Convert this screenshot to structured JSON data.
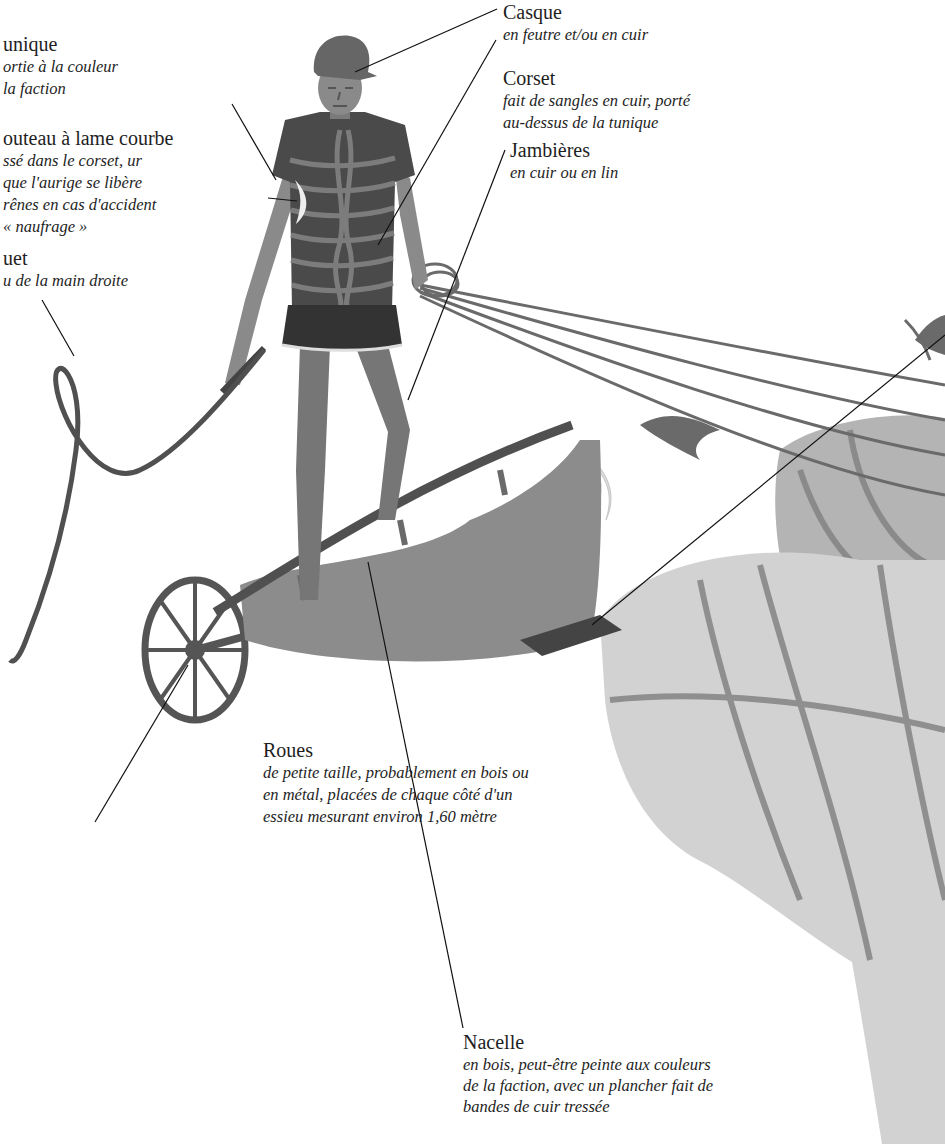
{
  "diagram": {
    "labels": [
      "unique",
      "ortie à la couleur la faction",
      "outeau à lame courbe",
      "ssé dans le corset, ur que l'aurige se libère rênes en cas d'accident « naufrage »",
      "uet",
      "u de la main droite",
      "Casque",
      "en feutre et/ou en cuir",
      "Corset",
      "fait de sangles en cuir, porté au-dessus de la tunique",
      "Jambières",
      "en cuir ou en lin",
      "Roues",
      "de petite taille, probablement en bois ou en métal, placées de chaque côté d'un essieu mesurant environ 1,60 mètre",
      "Nacelle",
      "en bois, peut-être peinte aux couleurs de la faction, avec un plancher fait de bandes de cuir tressée"
    ]
  }
}
